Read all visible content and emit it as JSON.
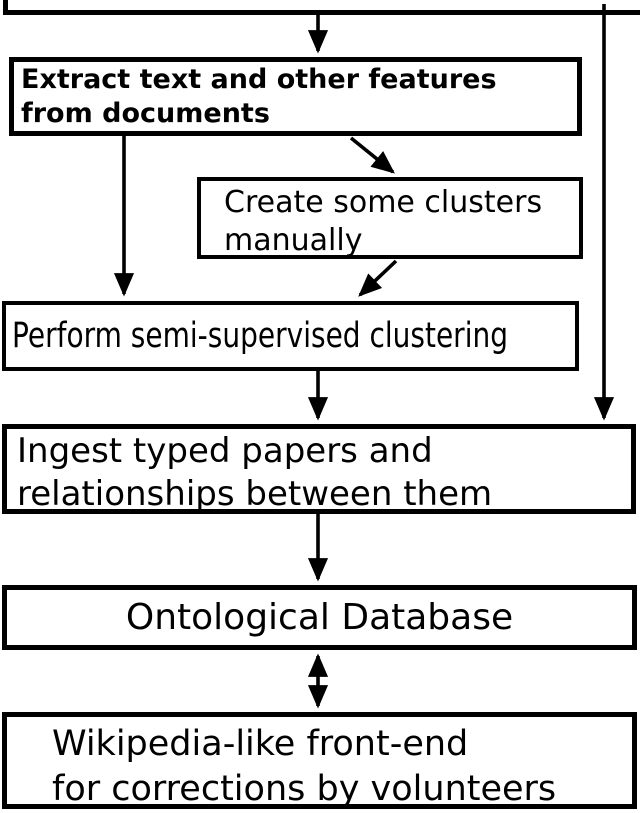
{
  "diagram": {
    "type": "flowchart",
    "colors": {
      "ink": "#000000",
      "paper": "#ffffff"
    },
    "nodes": [
      {
        "id": "top",
        "lines": []
      },
      {
        "id": "extract",
        "lines": [
          "Extract text and other features",
          "from documents"
        ]
      },
      {
        "id": "create",
        "lines": [
          "Create some clusters",
          "manually"
        ]
      },
      {
        "id": "perform",
        "lines": [
          "Perform semi-supervised clustering"
        ]
      },
      {
        "id": "ingest",
        "lines": [
          "Ingest typed papers and",
          "relationships between them"
        ]
      },
      {
        "id": "ontology",
        "lines": [
          "Ontological Database"
        ]
      },
      {
        "id": "wiki",
        "lines": [
          "Wikipedia-like front-end",
          "for corrections by volunteers"
        ]
      }
    ],
    "edges": [
      {
        "from": "top",
        "to": "extract",
        "type": "arrow"
      },
      {
        "from": "extract",
        "to": "create",
        "type": "arrow"
      },
      {
        "from": "extract",
        "to": "perform",
        "type": "arrow"
      },
      {
        "from": "create",
        "to": "perform",
        "type": "arrow"
      },
      {
        "from": "perform",
        "to": "ingest",
        "type": "arrow"
      },
      {
        "from": "top",
        "to": "ingest",
        "type": "arrow"
      },
      {
        "from": "ingest",
        "to": "ontology",
        "type": "arrow"
      },
      {
        "from": "ontology",
        "to": "wiki",
        "type": "double-arrow"
      }
    ]
  }
}
